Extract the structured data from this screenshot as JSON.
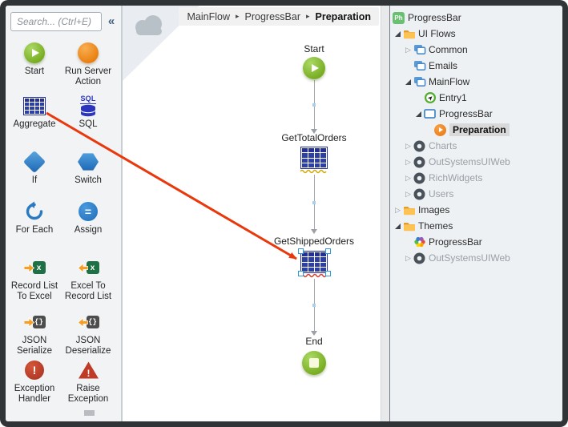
{
  "colors": {
    "red_arrow": "#e8380c",
    "aggregate_blue": "#2e3fa3",
    "node_green": "#76ab1f",
    "action_orange": "#ef8122",
    "warning_yellow": "#d4a900",
    "error_red": "#d23f31",
    "selection_blue": "#2e9bd6",
    "tree_dimmed": "#9aa0a6"
  },
  "toolbox": {
    "search_placeholder": "Search... (Ctrl+E)",
    "collapse_glyph": "«",
    "tools": [
      {
        "label": "Start",
        "icon": "start-icon"
      },
      {
        "label": "Run Server Action",
        "icon": "run-server-action-icon"
      },
      {
        "label": "Aggregate",
        "icon": "aggregate-icon"
      },
      {
        "label": "SQL",
        "icon": "sql-icon"
      },
      {
        "label": "If",
        "icon": "if-icon"
      },
      {
        "label": "Switch",
        "icon": "switch-icon"
      },
      {
        "label": "For Each",
        "icon": "for-each-icon"
      },
      {
        "label": "Assign",
        "icon": "assign-icon"
      },
      {
        "label": "Record List To Excel",
        "icon": "record-list-to-excel-icon"
      },
      {
        "label": "Excel To Record List",
        "icon": "excel-to-record-list-icon"
      },
      {
        "label": "JSON Serialize",
        "icon": "json-serialize-icon"
      },
      {
        "label": "JSON Deserialize",
        "icon": "json-deserialize-icon"
      },
      {
        "label": "Exception Handler",
        "icon": "exception-handler-icon"
      },
      {
        "label": "Raise Exception",
        "icon": "raise-exception-icon"
      }
    ]
  },
  "canvas": {
    "breadcrumb": {
      "items": [
        "MainFlow",
        "ProgressBar",
        "Preparation"
      ],
      "separator": "▸"
    },
    "flow_nodes": [
      {
        "label": "Start",
        "type": "start"
      },
      {
        "label": "GetTotalOrders",
        "type": "aggregate",
        "underline": "warning"
      },
      {
        "label": "GetShippedOrders",
        "type": "aggregate",
        "underline": "error",
        "selected": true
      },
      {
        "label": "End",
        "type": "end"
      }
    ]
  },
  "tree": {
    "items": [
      {
        "label": "ProgressBar",
        "icon": "module-icon",
        "level": 0,
        "arrow": "hidden",
        "root": true
      },
      {
        "label": "UI Flows",
        "icon": "folder-icon",
        "level": 0,
        "arrow": "expanded"
      },
      {
        "label": "Common",
        "icon": "uiflow-icon",
        "level": 1,
        "arrow": "collapsed"
      },
      {
        "label": "Emails",
        "icon": "uiflow-icon",
        "level": 1,
        "arrow": "none"
      },
      {
        "label": "MainFlow",
        "icon": "uiflow-icon",
        "level": 1,
        "arrow": "expanded"
      },
      {
        "label": "Entry1",
        "icon": "entry-icon",
        "level": 2,
        "arrow": "none"
      },
      {
        "label": "ProgressBar",
        "icon": "screen-icon",
        "level": 2,
        "arrow": "expanded"
      },
      {
        "label": "Preparation",
        "icon": "action-icon",
        "level": 3,
        "arrow": "none",
        "selected": true
      },
      {
        "label": "Charts",
        "icon": "ref-module-icon",
        "level": 1,
        "arrow": "collapsed",
        "dimmed": true
      },
      {
        "label": "OutSystemsUIWeb",
        "icon": "ref-module-icon",
        "level": 1,
        "arrow": "collapsed",
        "dimmed": true
      },
      {
        "label": "RichWidgets",
        "icon": "ref-module-icon",
        "level": 1,
        "arrow": "collapsed",
        "dimmed": true
      },
      {
        "label": "Users",
        "icon": "ref-module-icon",
        "level": 1,
        "arrow": "collapsed",
        "dimmed": true
      },
      {
        "label": "Images",
        "icon": "folder-icon",
        "level": 0,
        "arrow": "collapsed"
      },
      {
        "label": "Themes",
        "icon": "folder-icon",
        "level": 0,
        "arrow": "expanded"
      },
      {
        "label": "ProgressBar",
        "icon": "theme-icon",
        "level": 1,
        "arrow": "none"
      },
      {
        "label": "OutSystemsUIWeb",
        "icon": "ref-module-icon",
        "level": 1,
        "arrow": "collapsed",
        "dimmed": true
      }
    ]
  },
  "icon_glyphs": {
    "sql": "SQL",
    "assign": "=",
    "excel_x": "x",
    "json_braces": "{}",
    "exclamation": "!",
    "module_badge": "Ph",
    "entry_arrow": "➤"
  }
}
